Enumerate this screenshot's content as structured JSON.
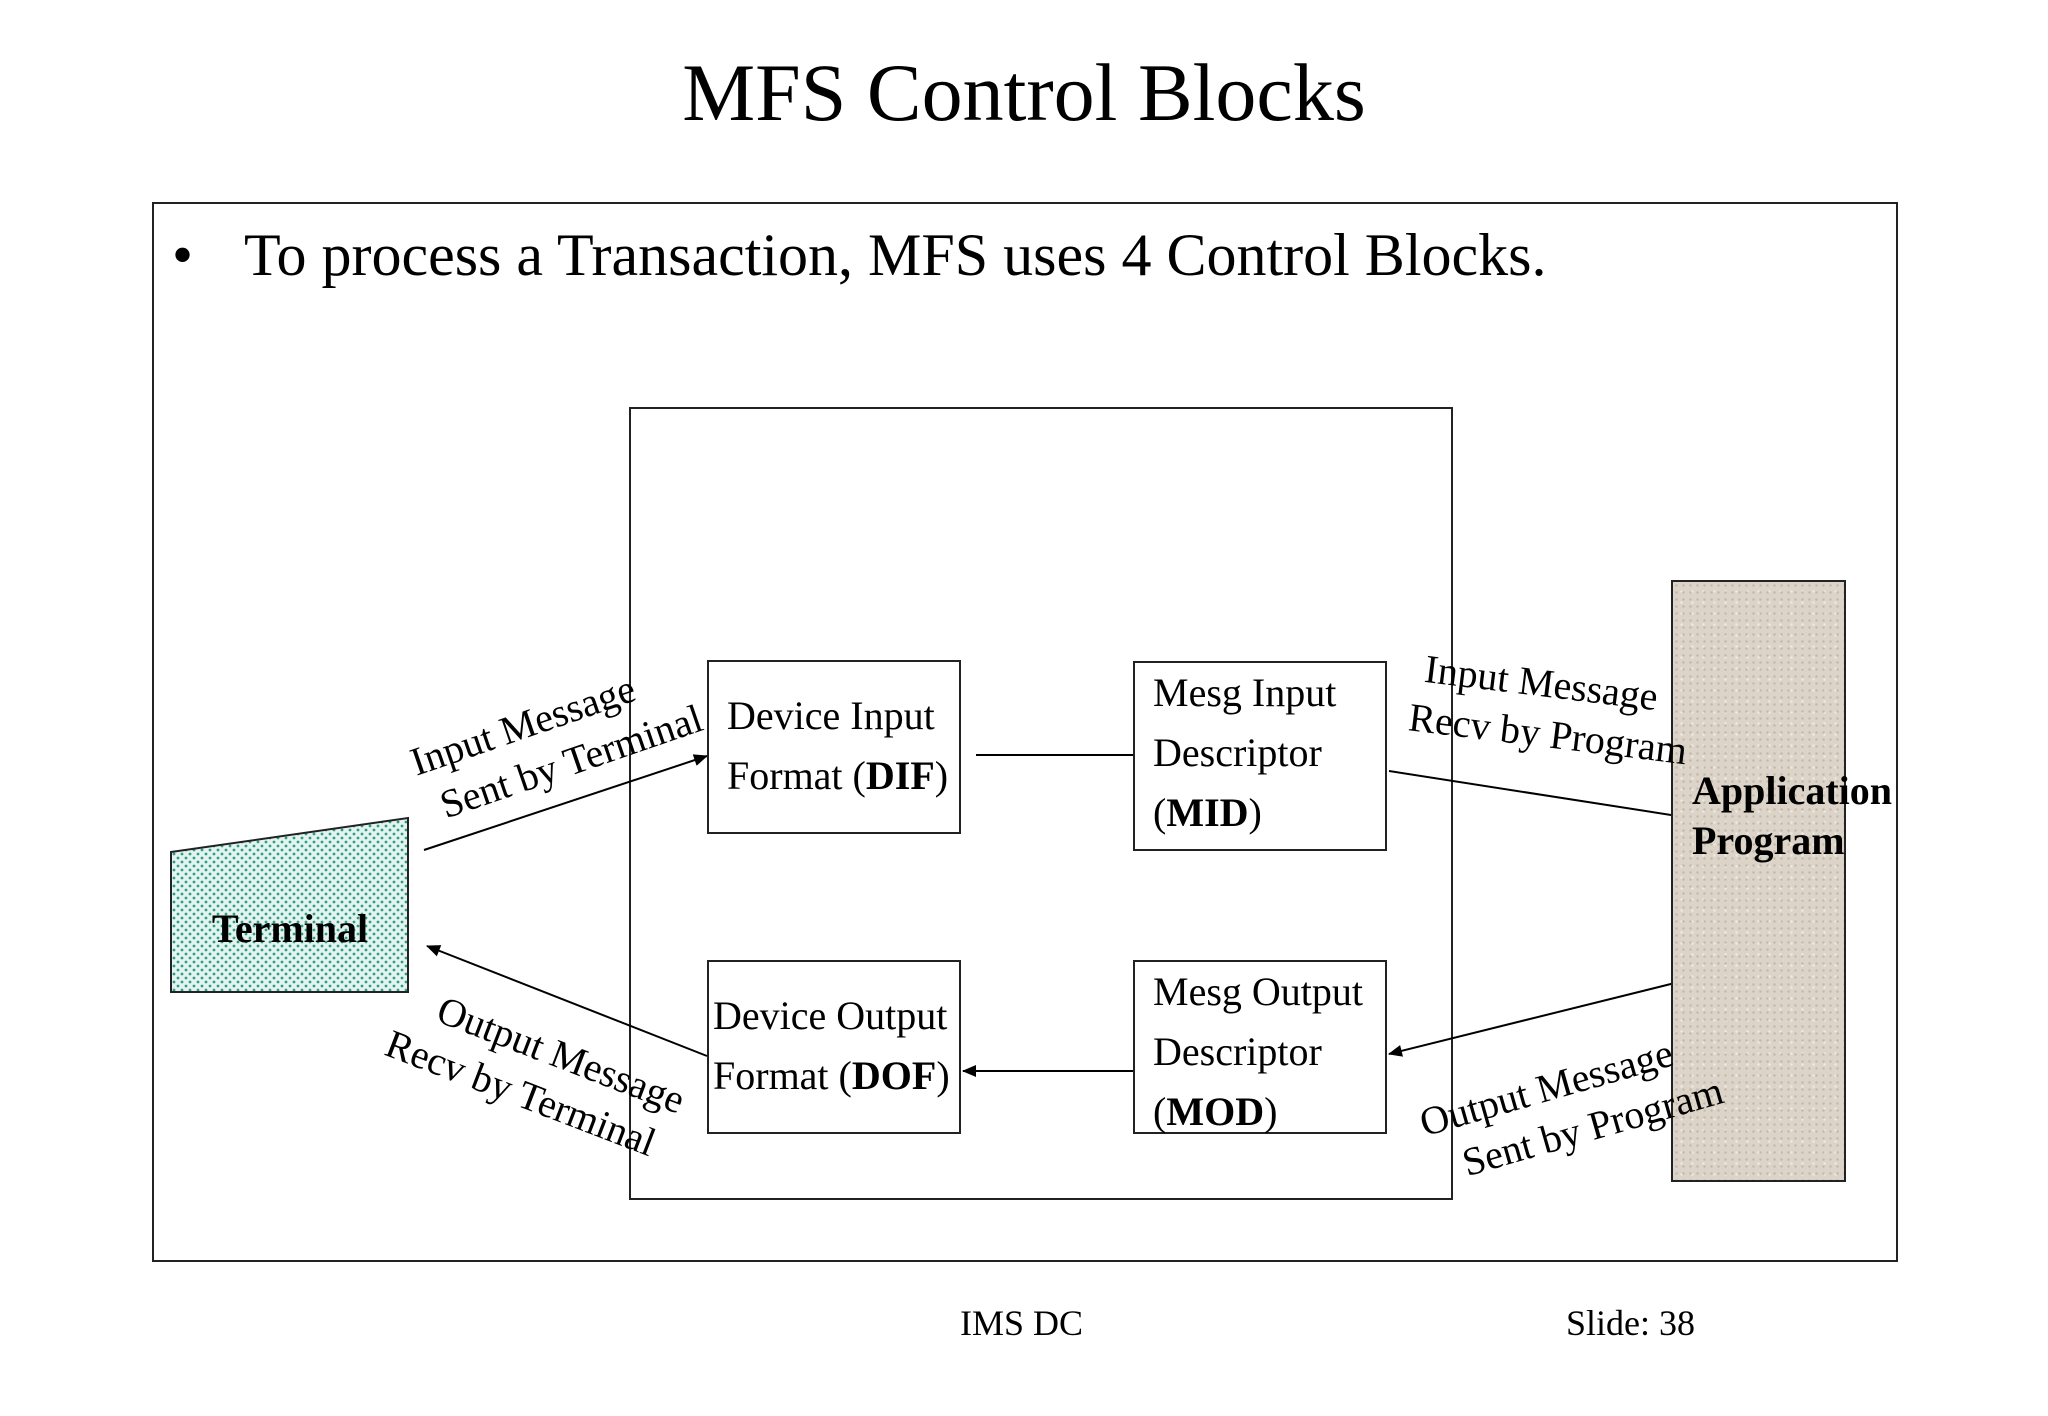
{
  "slide": {
    "title": "MFS Control Blocks",
    "bullet": "To process a Transaction, MFS uses 4 Control Blocks."
  },
  "diagram": {
    "terminal": "Terminal",
    "application": {
      "line1": "Application",
      "line2": "Program"
    },
    "dif": {
      "line1": "Device Input",
      "line2_prefix": "Format (",
      "abbr": "DIF",
      "line2_suffix": ")"
    },
    "dof": {
      "line1": "Device Output",
      "line2_prefix": "Format (",
      "abbr": "DOF",
      "line2_suffix": ")"
    },
    "mid": {
      "line1": "Mesg Input",
      "line2": "Descriptor",
      "line3_prefix": "(",
      "abbr": "MID",
      "line3_suffix": ")"
    },
    "mod": {
      "line1": "Mesg Output",
      "line2": "Descriptor",
      "line3_prefix": "(",
      "abbr": "MOD",
      "line3_suffix": ")"
    },
    "labels": {
      "input_sent_terminal": {
        "line1": "Input Message",
        "line2": "Sent by Terminal"
      },
      "output_recv_terminal": {
        "line1": "Output Message",
        "line2": "Recv by Terminal"
      },
      "input_recv_program": {
        "line1": "Input Message",
        "line2": "Recv by Program"
      },
      "output_sent_program": {
        "line1": "Output Message",
        "line2": "Sent by Program"
      }
    }
  },
  "footer": {
    "center": "IMS DC",
    "slide": "Slide: 38"
  }
}
